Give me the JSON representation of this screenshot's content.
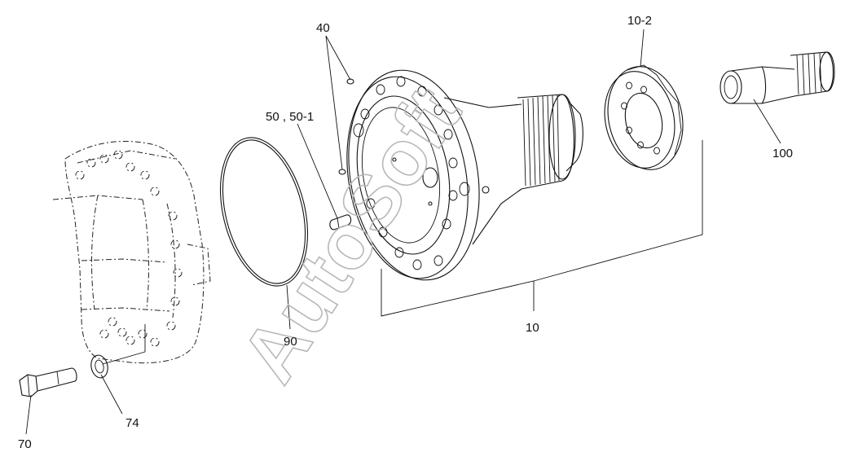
{
  "watermark": "AutoSoft",
  "callouts": [
    {
      "id": "40",
      "label": "40"
    },
    {
      "id": "50",
      "label": "50 , 50-1"
    },
    {
      "id": "10-2",
      "label": "10-2"
    },
    {
      "id": "100",
      "label": "100"
    },
    {
      "id": "10",
      "label": "10"
    },
    {
      "id": "90",
      "label": "90"
    },
    {
      "id": "74",
      "label": "74"
    },
    {
      "id": "70",
      "label": "70"
    }
  ]
}
